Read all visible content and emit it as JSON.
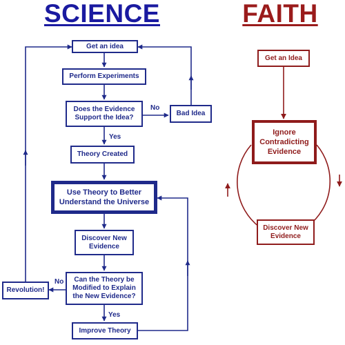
{
  "headings": {
    "science": "SCIENCE",
    "faith": "FAITH"
  },
  "science": {
    "get_idea": "Get an idea",
    "perform": "Perform Experiments",
    "support": "Does the Evidence\nSupport the Idea?",
    "bad_idea": "Bad Idea",
    "theory_created": "Theory Created",
    "use_theory": "Use Theory to Better\nUnderstand the Universe",
    "discover": "Discover New\nEvidence",
    "modify": "Can the Theory be\nModified to Explain\nthe New Evidence?",
    "revolution": "Revolution!",
    "improve": "Improve Theory",
    "labels": {
      "no_1": "No",
      "yes_1": "Yes",
      "no_2": "No",
      "yes_2": "Yes"
    }
  },
  "faith": {
    "get_idea": "Get an Idea",
    "ignore": "Ignore\nContradicting\nEvidence",
    "discover": "Discover New\nEvidence"
  },
  "colors": {
    "science": "#1f2a8a",
    "faith": "#8f1b1b"
  }
}
